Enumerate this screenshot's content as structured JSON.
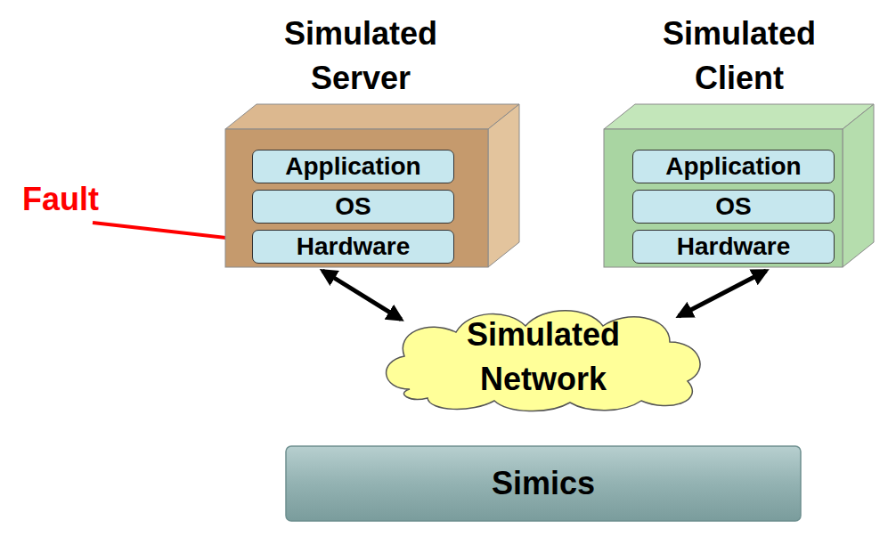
{
  "diagram": {
    "nodes": [
      {
        "text": [
          "Simulated Server"
        ]
      },
      {
        "text": [
          "Application"
        ],
        "in": 0
      },
      {
        "text": [
          "OS"
        ],
        "in": 0
      },
      {
        "text": [
          "Hardware"
        ],
        "in": 0
      },
      {
        "text": [
          "Simulated Client"
        ]
      },
      {
        "text": [
          "Application"
        ],
        "in": 4
      },
      {
        "text": [
          "OS"
        ],
        "in": 4
      },
      {
        "text": [
          "Hardware"
        ],
        "in": 4
      },
      {
        "text": [
          "Simulated Network"
        ]
      },
      {
        "text": [
          "Simics"
        ]
      }
    ],
    "edges": [
      {
        "from": 0,
        "to": 8,
        "arrow": "both"
      },
      {
        "from": 4,
        "to": 8,
        "arrow": "both"
      }
    ],
    "labels": [
      "Fault"
    ]
  }
}
